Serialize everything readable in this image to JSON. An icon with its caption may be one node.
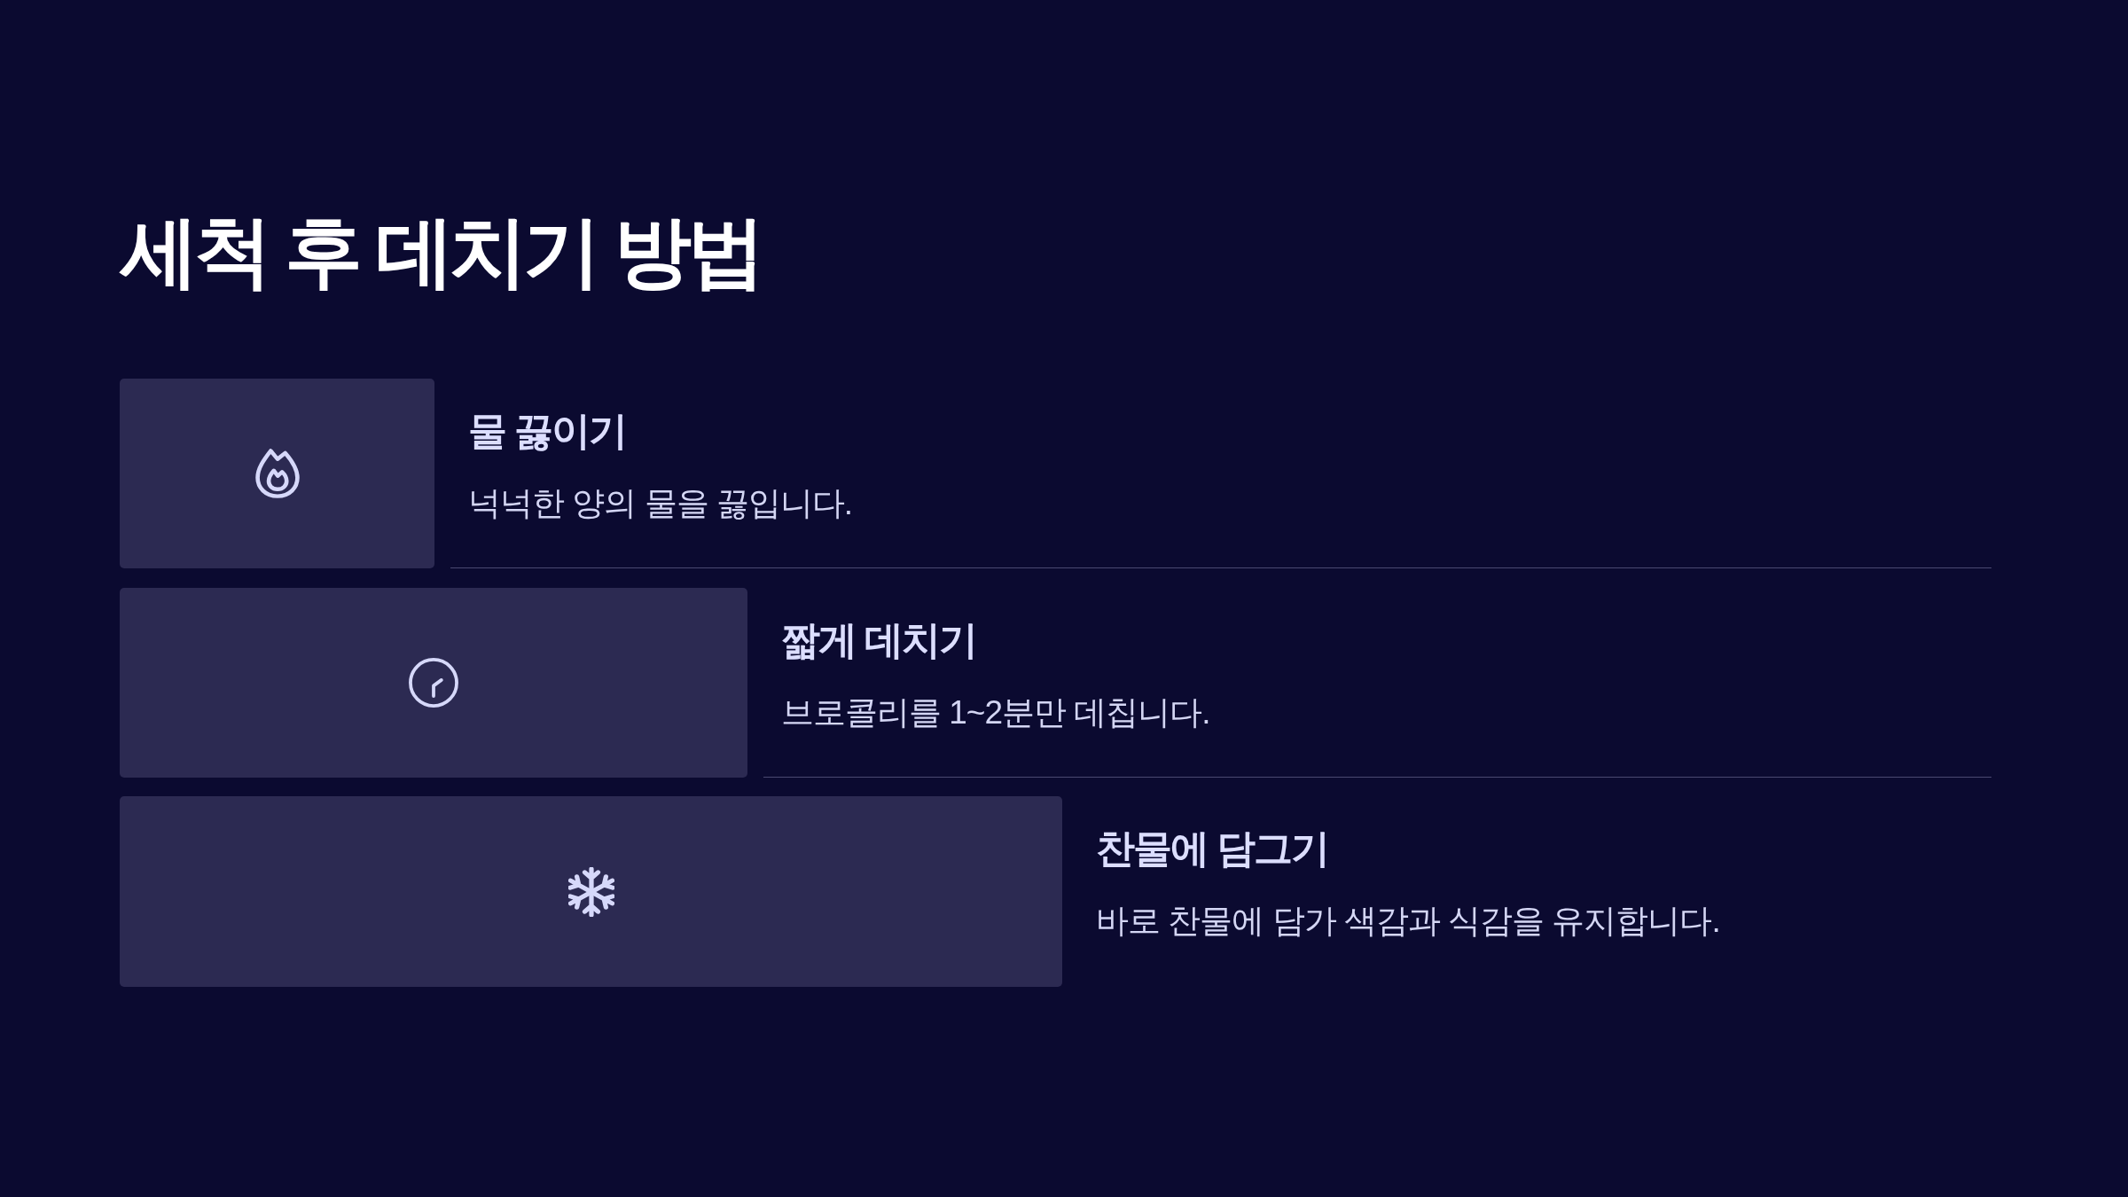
{
  "diagram": {
    "title": "세척 후 데치기 방법",
    "nodes": [
      {
        "text": [
          "물 끓이기",
          "넉넉한 양의 물을 끓입니다."
        ]
      },
      {
        "text": [
          "짧게 데치기",
          "브로콜리를 1~2분만 데칩니다."
        ]
      },
      {
        "text": [
          "찬물에 담그기",
          "바로 찬물에 담가 색감과 식감을 유지합니다."
        ]
      }
    ]
  }
}
